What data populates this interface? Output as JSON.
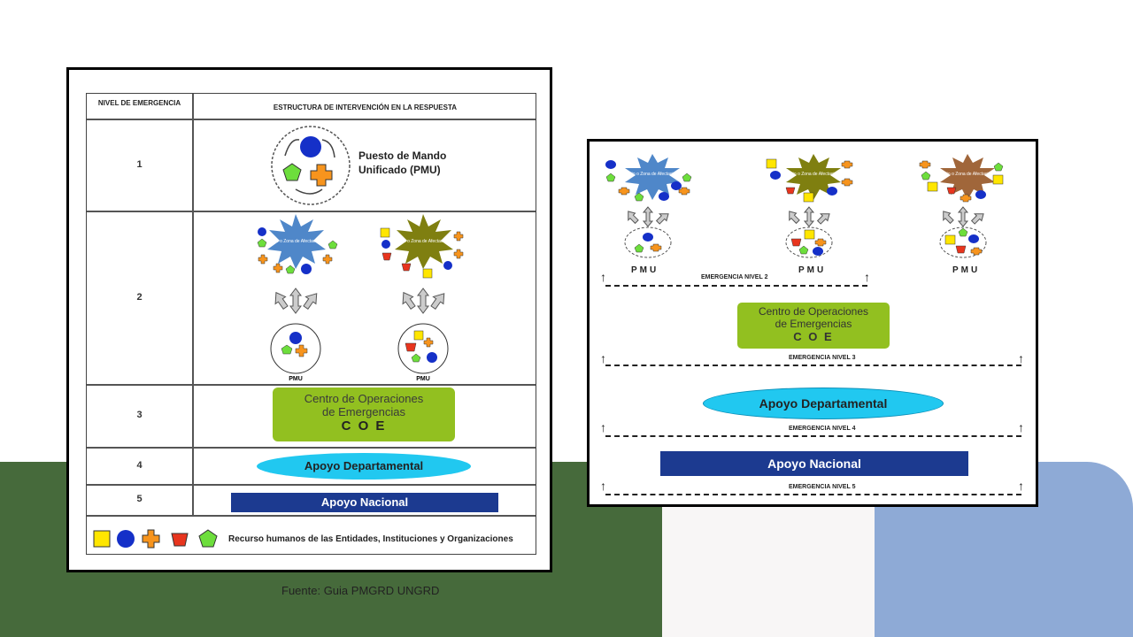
{
  "left_panel": {
    "header_level": "NIVEL DE EMERGENCIA",
    "header_structure": "ESTRUCTURA DE INTERVENCIÓN EN LA RESPUESTA",
    "levels": [
      "1",
      "2",
      "3",
      "4",
      "5"
    ],
    "pmu_title": "Puesto de Mando Unificado (PMU)",
    "zone_label": "Sitio o Zona de Afectación",
    "pmu_small": "PMU",
    "coe_line1": "Centro de Operaciones",
    "coe_line2": "de Emergencias",
    "coe_acronym": "C O E",
    "dept_support": "Apoyo Departamental",
    "national_support": "Apoyo Nacional",
    "legend_text": "Recurso humanos de las Entidades, Instituciones y Organizaciones"
  },
  "source": "Fuente: Guia PMGRD UNGRD",
  "right_panel": {
    "zone_label": "Sitio o Zona de Afectación",
    "pmu_label": "PMU",
    "coe_line1": "Centro de Operaciones",
    "coe_line2": "de Emergencias",
    "coe_acronym": "C O E",
    "dept_support": "Apoyo Departamental",
    "national_support": "Apoyo Nacional",
    "level2": "EMERGENCIA NIVEL 2",
    "level3": "EMERGENCIA NIVEL 3",
    "level4": "EMERGENCIA NIVEL 4",
    "level5": "EMERGENCIA NIVEL 5"
  },
  "colors": {
    "coe": "#92c020",
    "department": "#21c8f0",
    "national": "#1c3a90",
    "bg_green": "#466a3b",
    "bg_blue": "#8eaad6",
    "resource_yellow": "#ffe600",
    "resource_blue": "#1530c8",
    "resource_orange": "#f7941d",
    "resource_red": "#e8351e",
    "resource_green": "#6dde3c"
  }
}
